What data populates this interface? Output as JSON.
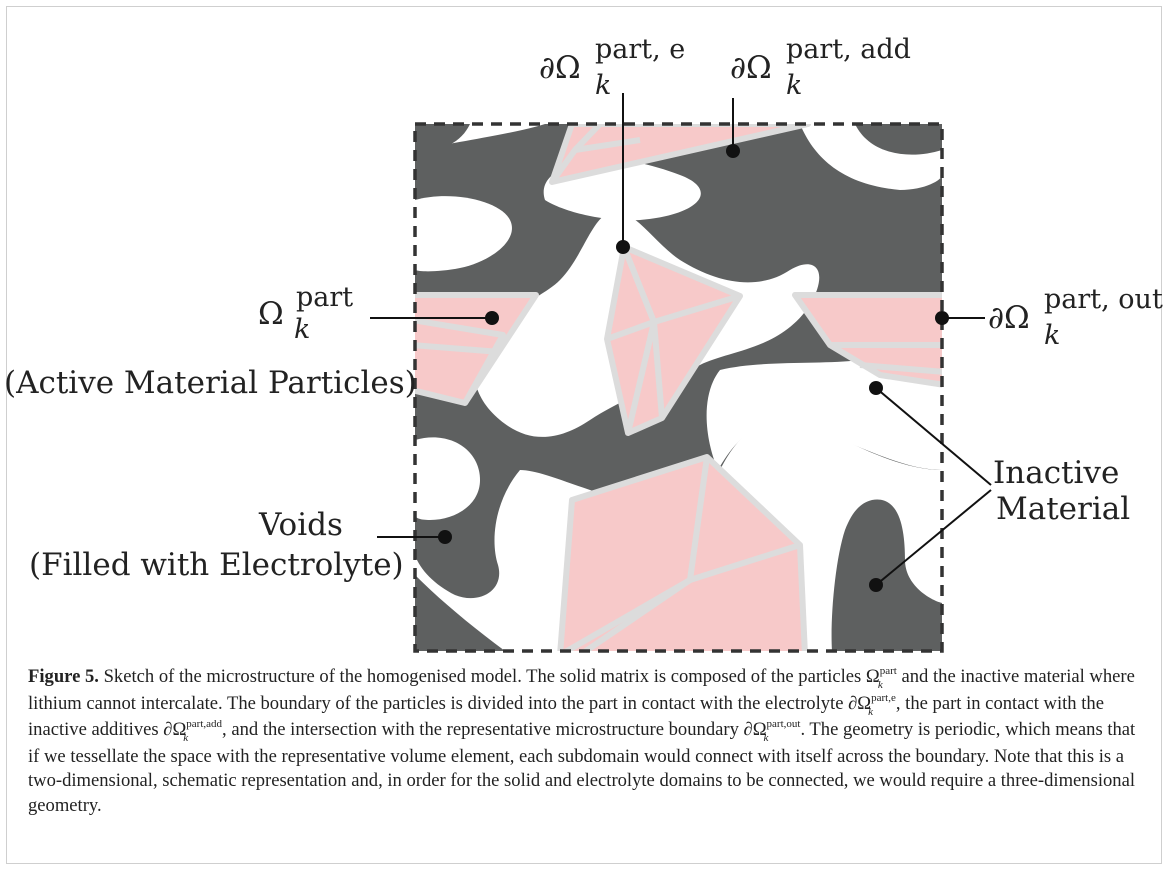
{
  "labels": {
    "omega_part_sym": "Ω",
    "omega_part_sup": "part",
    "omega_part_sub": "k",
    "active_material": "(Active Material Particles)",
    "voids_1": "Voids",
    "voids_2": "(Filled with Electrolyte)",
    "inactive_1": "Inactive",
    "inactive_2": "Material",
    "boundary_e_sym": "∂Ω",
    "boundary_e_sup": "part, e",
    "boundary_e_sub": "k",
    "boundary_add_sym": "∂Ω",
    "boundary_add_sup": "part, add",
    "boundary_add_sub": "k",
    "boundary_out_sym": "∂Ω",
    "boundary_out_sup": "part, out",
    "boundary_out_sub": "k"
  },
  "colors": {
    "inactive": "#5e6060",
    "particle": "#f7c9c9",
    "particle_edge": "#dcdcdc",
    "text": "#222222"
  },
  "caption": {
    "title": "Figure 5.",
    "t1": " Sketch of the microstructure of the homogenised model. The solid matrix is composed of the particles ",
    "s1_sym": "Ω",
    "s1_sup": "part",
    "s1_sub": "k",
    "t2": " and the inactive material where lithium cannot intercalate. The boundary of the particles is divided into the part in contact with the electrolyte ",
    "s2_sym": "∂Ω",
    "s2_sup": "part,e",
    "s2_sub": "k",
    "t3": ", the part in contact with the inactive additives ",
    "s3_sym": "∂Ω",
    "s3_sup": "part,add",
    "s3_sub": "k",
    "t4": ", and the intersection with the representative microstructure boundary ",
    "s4_sym": "∂Ω",
    "s4_sup": "part,out",
    "s4_sub": "k",
    "t5": ". The geometry is periodic, which means that if we tessellate the space with the representative volume element, each subdomain would connect with itself across the boundary. Note that this is a two-dimensional, schematic representation and, in order for the solid and electrolyte domains to be connected, we would require a three-dimensional geometry."
  }
}
